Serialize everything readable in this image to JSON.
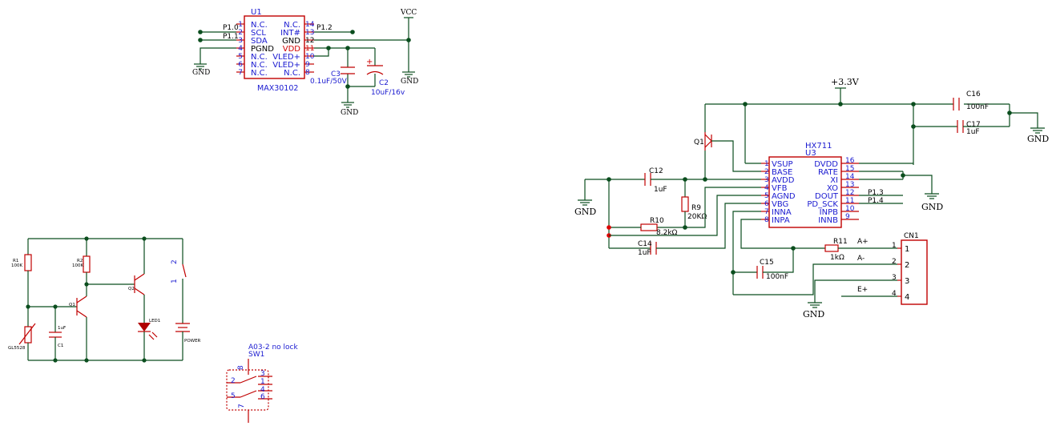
{
  "max30102": {
    "ref": "U1",
    "part": "MAX30102",
    "left_pins": [
      {
        "num": "1",
        "name": "N.C."
      },
      {
        "num": "2",
        "name": "SCL"
      },
      {
        "num": "3",
        "name": "SDA"
      },
      {
        "num": "4",
        "name": "PGND"
      },
      {
        "num": "5",
        "name": "N.C."
      },
      {
        "num": "6",
        "name": "N.C."
      },
      {
        "num": "7",
        "name": "N.C."
      }
    ],
    "right_pins": [
      {
        "num": "14",
        "name": "N.C."
      },
      {
        "num": "13",
        "name": "INT#"
      },
      {
        "num": "12",
        "name": "GND"
      },
      {
        "num": "11",
        "name": "VDD"
      },
      {
        "num": "10",
        "name": "VLED+"
      },
      {
        "num": "9",
        "name": "VLED+"
      },
      {
        "num": "8",
        "name": "N.C."
      }
    ],
    "net_p10": "P1.0",
    "net_p11": "P1.1",
    "net_p12": "P1.2",
    "vcc": "VCC",
    "gnd": "GND",
    "c3_ref": "C3",
    "c3_val": "0.1uF/50V",
    "c2_ref": "C2",
    "c2_val": "10uF/16v",
    "plus": "+"
  },
  "hx711": {
    "ref": "U3",
    "part": "HX711",
    "supply": "+3.3V",
    "gnd": "GND",
    "left_pins": [
      {
        "num": "1",
        "name": "VSUP"
      },
      {
        "num": "2",
        "name": "BASE"
      },
      {
        "num": "3",
        "name": "AVDD"
      },
      {
        "num": "4",
        "name": "VFB"
      },
      {
        "num": "5",
        "name": "AGND"
      },
      {
        "num": "6",
        "name": "VBG"
      },
      {
        "num": "7",
        "name": "INNA"
      },
      {
        "num": "8",
        "name": "INPA"
      }
    ],
    "right_pins": [
      {
        "num": "16",
        "name": "DVDD"
      },
      {
        "num": "15",
        "name": "RATE"
      },
      {
        "num": "14",
        "name": "XI"
      },
      {
        "num": "13",
        "name": "XO"
      },
      {
        "num": "12",
        "name": "DOUT"
      },
      {
        "num": "11",
        "name": "PD_SCK"
      },
      {
        "num": "10",
        "name": "INPB"
      },
      {
        "num": "9",
        "name": "INNB"
      }
    ],
    "net_p13": "P1.3",
    "net_p14": "P1.4",
    "q1": "Q1",
    "c16_ref": "C16",
    "c16_val": "100nF",
    "c17_ref": "C17",
    "c17_val": "1uF",
    "c12_ref": "C12",
    "c12_val": "1uF",
    "r9_ref": "R9",
    "r9_val": "20KΩ",
    "r10_ref": "R10",
    "r10_val": "8.2kΩ",
    "c14_ref": "C14",
    "c14_val": "1uF",
    "r11_ref": "R11",
    "r11_val": "1kΩ",
    "c15_ref": "C15",
    "c15_val": "100nF",
    "cn1_ref": "CN1",
    "cn1_pins": [
      "1",
      "2",
      "3",
      "4"
    ],
    "cn1_nets": [
      "A+",
      "A-",
      "",
      "E+"
    ]
  },
  "light_sensor": {
    "r1_ref": "R1",
    "r1_val": "100K",
    "r2_ref": "R2",
    "r2_val": "100K",
    "q1": "Q1",
    "q2": "Q2",
    "led_ref": "LED1",
    "c1_ref": "C1",
    "c1_val": "1uF",
    "ldr": "GL5528",
    "power": "POWER",
    "sw_pin1": "1",
    "sw_pin2": "2"
  },
  "switch": {
    "part": "A03-2 no lock",
    "ref": "SW1",
    "pins": [
      "8",
      "3",
      "2",
      "1",
      "4",
      "5",
      "6",
      "7"
    ]
  }
}
